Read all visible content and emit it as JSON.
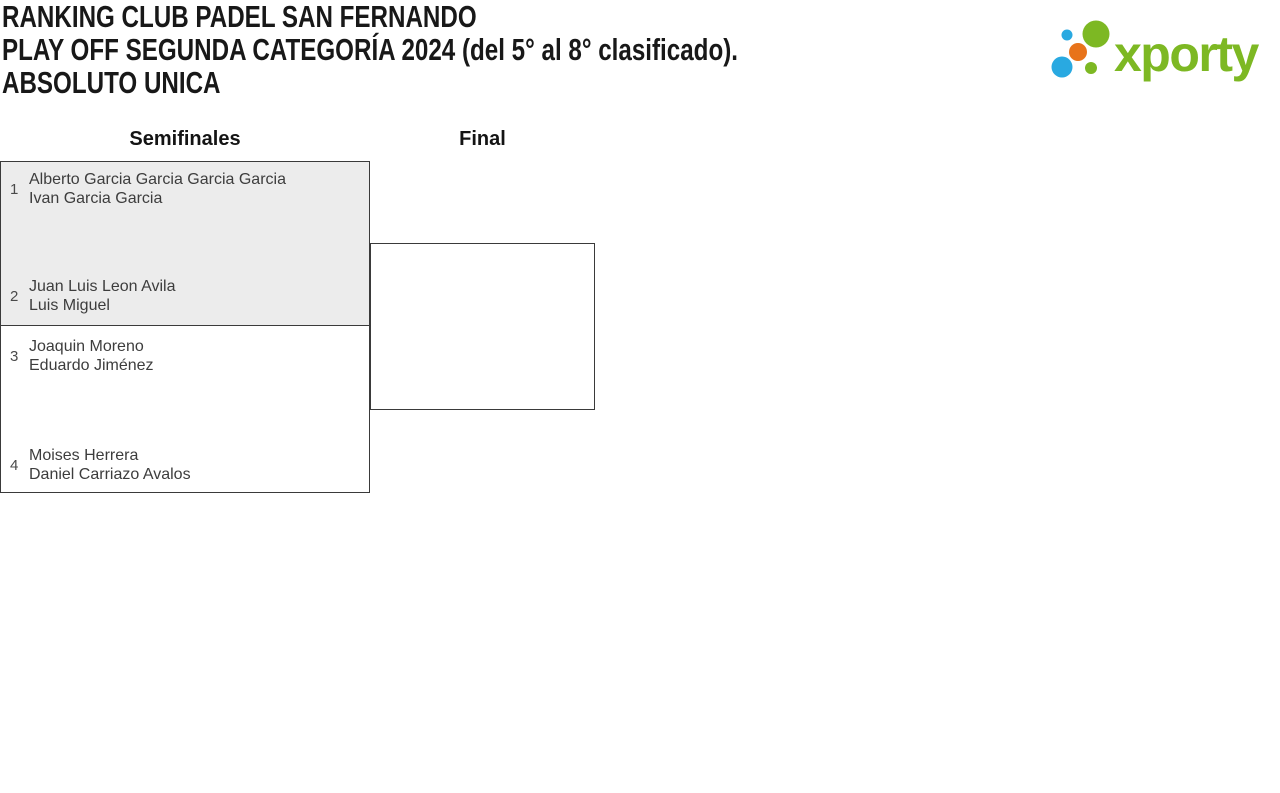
{
  "header": {
    "title_lines": [
      "RANKING CLUB PADEL SAN FERNANDO",
      "PLAY OFF SEGUNDA CATEGORÍA 2024 (del 5° al 8° clasificado).",
      "ABSOLUTO UNICA"
    ]
  },
  "logo": {
    "text": "xporty",
    "colors": {
      "green": "#7db823",
      "blue": "#29a9e1",
      "orange": "#e8731a"
    }
  },
  "bracket": {
    "round_headers": [
      {
        "label": "Semifinales"
      },
      {
        "label": "Final"
      }
    ],
    "semifinals": [
      {
        "highlighted": true,
        "teams": [
          {
            "seed": "1",
            "players": [
              "Alberto Garcia Garcia Garcia Garcia",
              "Ivan Garcia Garcia"
            ]
          },
          {
            "seed": "2",
            "players": [
              "Juan Luis Leon Avila",
              "Luis Miguel"
            ]
          }
        ]
      },
      {
        "highlighted": false,
        "teams": [
          {
            "seed": "3",
            "players": [
              "Joaquin Moreno",
              "Eduardo Jiménez"
            ]
          },
          {
            "seed": "4",
            "players": [
              "Moises Herrera",
              "Daniel Carriazo Avalos"
            ]
          }
        ]
      }
    ],
    "final": {
      "teams": []
    }
  },
  "colors": {
    "highlight_bg": "#ececec",
    "border": "#3a3a3a",
    "player_text": "#3d3d3d",
    "seed_text": "#4a4a4a",
    "heading_text": "#141414"
  }
}
